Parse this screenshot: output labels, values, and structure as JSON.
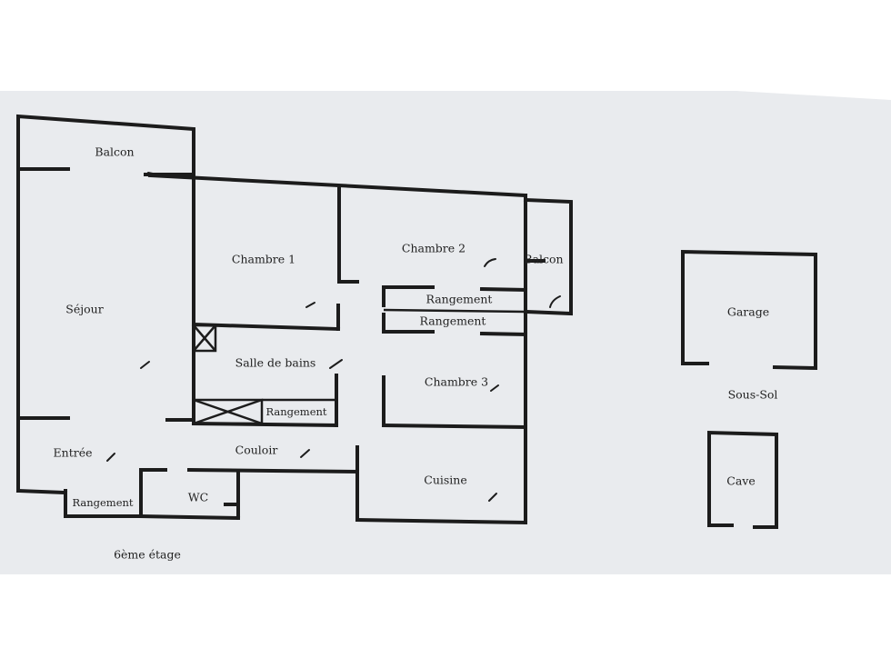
{
  "colors": {
    "paper": "#e9ebee",
    "wall": "#1c1c1c",
    "background": "#ffffff"
  },
  "rooms": {
    "balcon_1": "Balcon",
    "sejour": "Séjour",
    "chambre_1": "Chambre 1",
    "chambre_2": "Chambre 2",
    "balcon_2": "Balcon",
    "rangement_1": "Rangement",
    "rangement_2": "Rangement",
    "salle_de_bains": "Salle de bains",
    "rangement_3": "Rangement",
    "chambre_3": "Chambre 3",
    "entree": "Entrée",
    "couloir": "Couloir",
    "cuisine": "Cuisine",
    "wc": "WC",
    "rangement_4": "Rangement",
    "garage": "Garage",
    "cave": "Cave"
  },
  "annotations": {
    "floor_label": "6ème étage",
    "basement_label": "Sous-Sol"
  }
}
